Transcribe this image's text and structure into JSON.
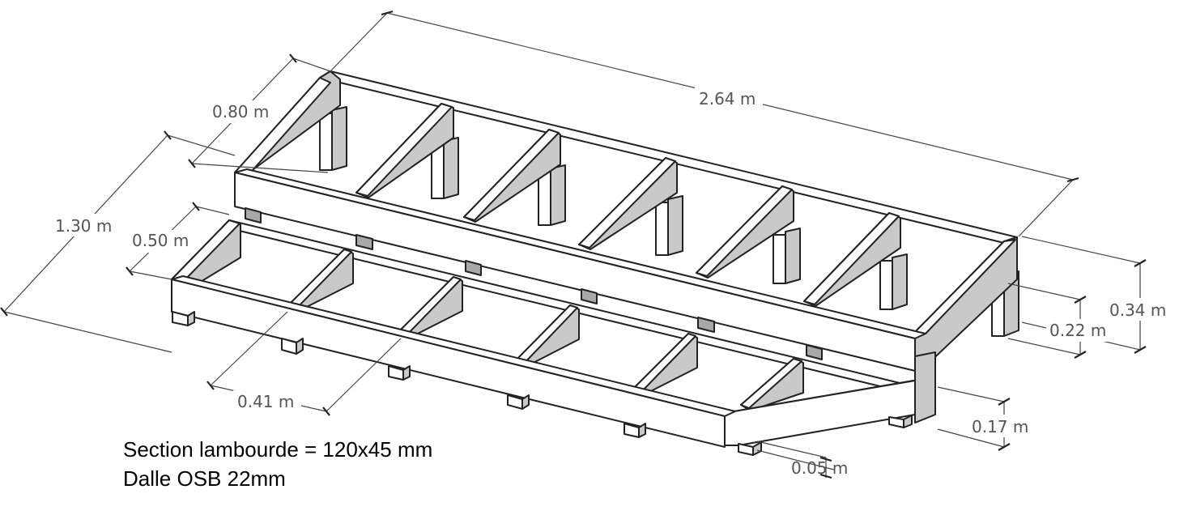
{
  "dimensions": {
    "length_top": "2.64 m",
    "width_top": "0.80 m",
    "depth_total": "1.30 m",
    "width_lower": "0.50 m",
    "spacing": "0.41 m",
    "height_total": "0.34 m",
    "height_upper": "0.22 m",
    "height_lower": "0.17 m",
    "offset": "0.05 m"
  },
  "notes": {
    "section": "Section lambourde = 120x45 mm",
    "slab": "Dalle OSB 22mm"
  },
  "colors": {
    "wood_top": "#ffffff",
    "wood_side": "#c9c9c9",
    "line": "#222222",
    "label": "#555555"
  }
}
